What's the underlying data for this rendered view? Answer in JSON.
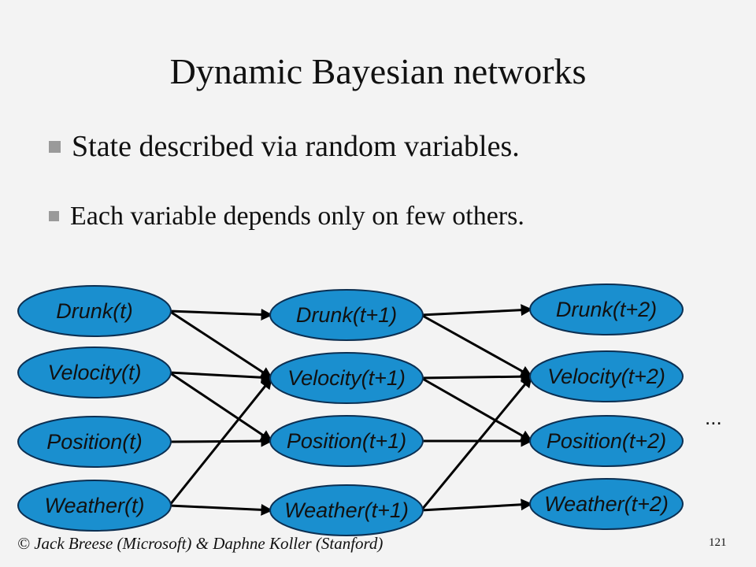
{
  "slide": {
    "title": "Dynamic Bayesian networks",
    "bullets": [
      "State described via random variables.",
      "Each variable depends only on few others."
    ],
    "footer": "© Jack Breese (Microsoft) & Daphne Koller (Stanford)",
    "page_number": "121",
    "ellipsis": "..."
  },
  "diagram": {
    "node_fill": "#1a8fcf",
    "node_stroke": "#0b2f52",
    "edge_color": "#000000",
    "columns": [
      [
        "Drunk(t)",
        "Velocity(t)",
        "Position(t)",
        "Weather(t)"
      ],
      [
        "Drunk(t+1)",
        "Velocity(t+1)",
        "Position(t+1)",
        "Weather(t+1)"
      ],
      [
        "Drunk(t+2)",
        "Velocity(t+2)",
        "Position(t+2)",
        "Weather(t+2)"
      ]
    ],
    "edges": [
      [
        "Drunk(t)",
        "Drunk(t+1)"
      ],
      [
        "Drunk(t)",
        "Velocity(t+1)"
      ],
      [
        "Velocity(t)",
        "Velocity(t+1)"
      ],
      [
        "Velocity(t)",
        "Position(t+1)"
      ],
      [
        "Position(t)",
        "Position(t+1)"
      ],
      [
        "Weather(t)",
        "Weather(t+1)"
      ],
      [
        "Weather(t)",
        "Velocity(t+1)"
      ],
      [
        "Drunk(t+1)",
        "Drunk(t+2)"
      ],
      [
        "Drunk(t+1)",
        "Velocity(t+2)"
      ],
      [
        "Velocity(t+1)",
        "Velocity(t+2)"
      ],
      [
        "Velocity(t+1)",
        "Position(t+2)"
      ],
      [
        "Position(t+1)",
        "Position(t+2)"
      ],
      [
        "Weather(t+1)",
        "Weather(t+2)"
      ],
      [
        "Weather(t+1)",
        "Velocity(t+2)"
      ]
    ]
  }
}
